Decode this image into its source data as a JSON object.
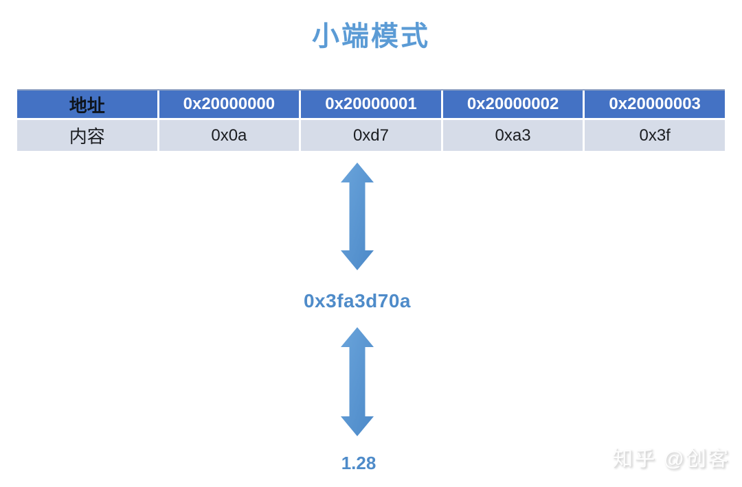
{
  "title": "小端模式",
  "table": {
    "address_row": [
      "地址",
      "0x20000000",
      "0x20000001",
      "0x20000002",
      "0x20000003"
    ],
    "content_row": [
      "内容",
      "0x0a",
      "0xd7",
      "0xa3",
      "0x3f"
    ]
  },
  "combined_value": "0x3fa3d70a",
  "decimal_value": "1.28",
  "watermark": "知乎 @创客",
  "icons": {
    "arrow_upper": "double-arrow-vertical-icon",
    "arrow_lower": "double-arrow-vertical-icon"
  },
  "colors": {
    "title_blue": "#5B9BD5",
    "table_header_bg": "#4472C4",
    "table_header_text": "#FFFFFF",
    "table_header_label_text": "#0E141C",
    "table_row_bg": "#D6DCE8",
    "table_row_text": "#1B1D21",
    "arrow_blue_light": "#6AA4DB",
    "arrow_blue_dark": "#4C89C8",
    "value_text_blue": "#4E8BC9"
  }
}
